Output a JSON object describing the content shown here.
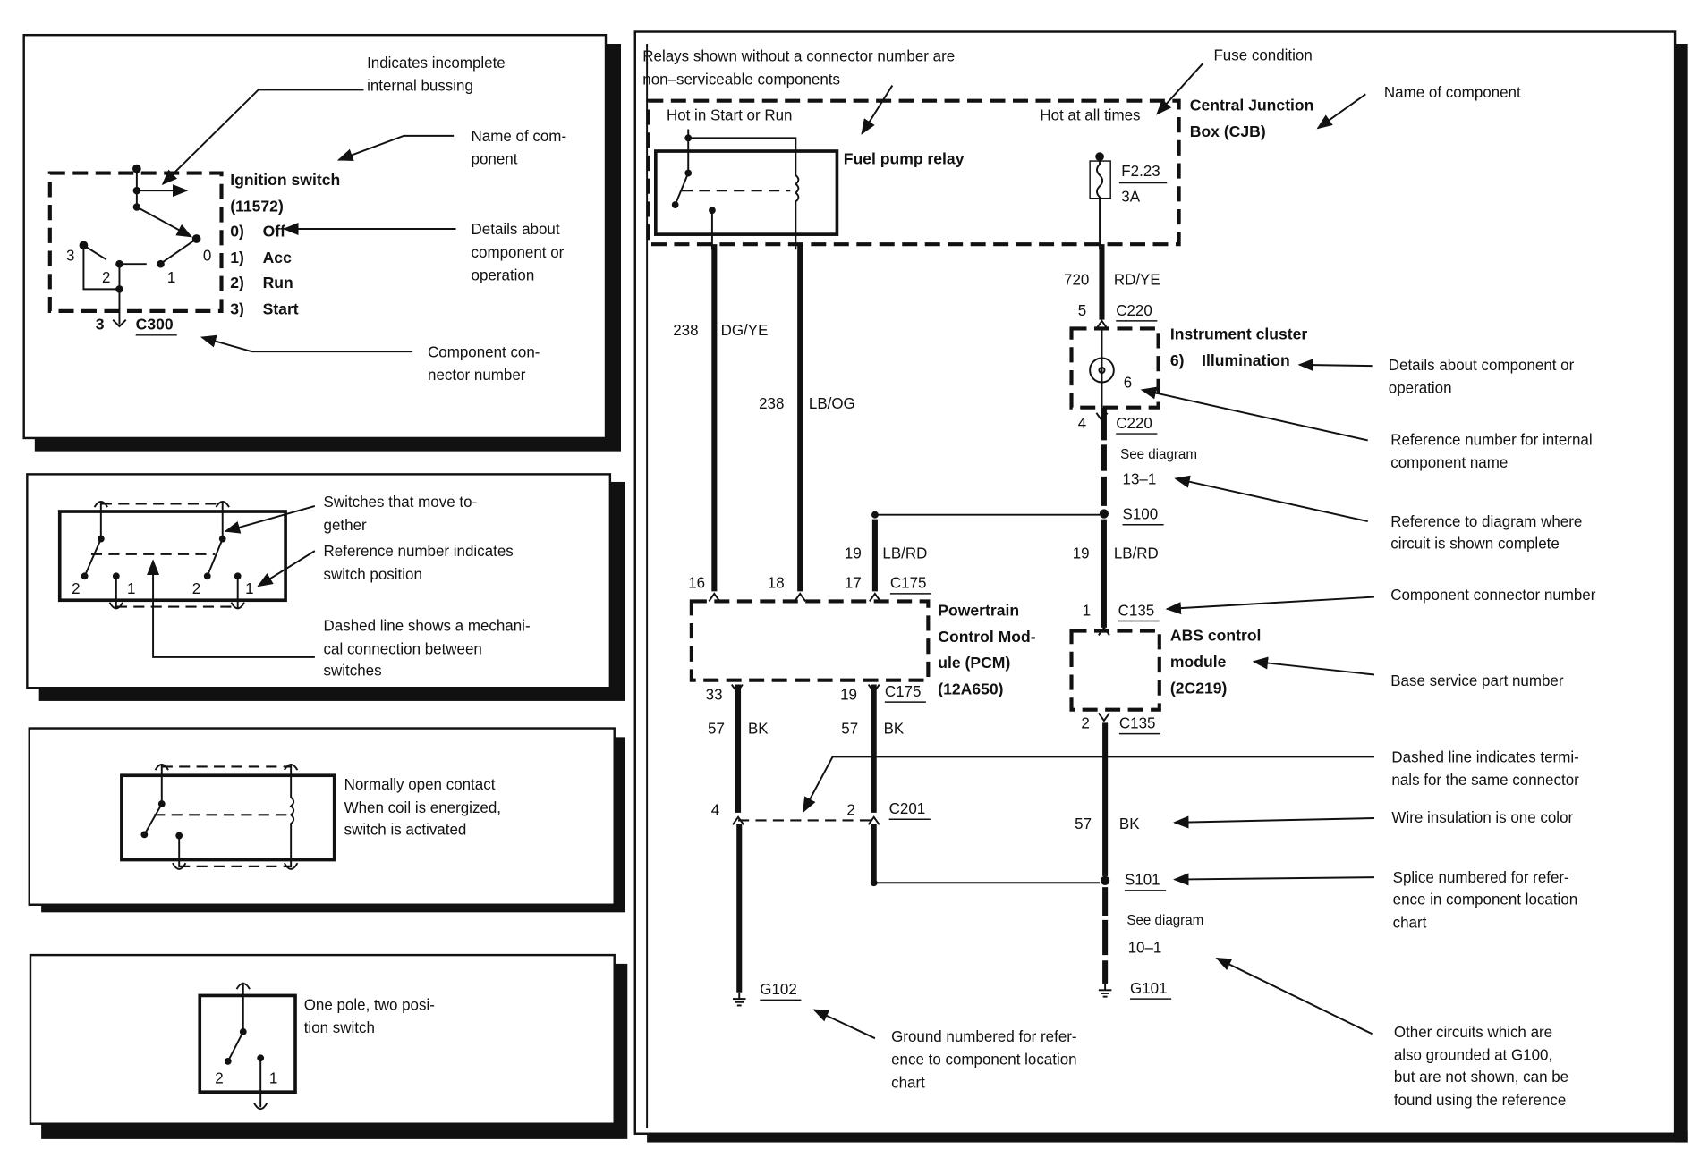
{
  "legend_panels": {
    "ignition": {
      "callout_bussing": [
        "Indicates incomplete",
        "internal bussing"
      ],
      "callout_name": [
        "Name of com-",
        "ponent"
      ],
      "callout_details": [
        "Details about",
        "component or",
        "operation"
      ],
      "callout_connector": [
        "Component con-",
        "nector number"
      ],
      "component_name": "Ignition switch",
      "part_number": "(11572)",
      "positions": [
        {
          "num": "0)",
          "label": "Off"
        },
        {
          "num": "1)",
          "label": "Acc"
        },
        {
          "num": "2)",
          "label": "Run"
        },
        {
          "num": "3)",
          "label": "Start"
        }
      ],
      "switch_refs": {
        "p3": "3",
        "p2": "2",
        "p1": "1",
        "p0": "0"
      },
      "pin": "3",
      "connector": "C300"
    },
    "ganged": {
      "callout_together": [
        "Switches that move to-",
        "gether"
      ],
      "callout_refnum": [
        "Reference number indicates",
        "switch position"
      ],
      "callout_dashed": [
        "Dashed line shows a mechani-",
        "cal connection between",
        "switches"
      ],
      "positions": [
        "2",
        "1",
        "2",
        "1"
      ]
    },
    "relay": {
      "text": [
        "Normally open contact",
        "When coil is energized,",
        "switch is activated"
      ]
    },
    "spdt": {
      "text": [
        "One pole, two posi-",
        "tion switch"
      ],
      "positions": [
        "2",
        "1"
      ]
    }
  },
  "main_diagram": {
    "top_note": [
      "Relays shown without a connector number are",
      "non–serviceable components"
    ],
    "fuse_condition_callout": "Fuse condition",
    "name_callout": "Name of component",
    "cjb": {
      "name": [
        "Central Junction",
        "Box (CJB)"
      ],
      "hot_start_run": "Hot in Start or Run",
      "hot_all_times": "Hot at all times",
      "relay_name": "Fuel pump relay",
      "fuse_id": "F2.23",
      "fuse_rating": "3A"
    },
    "wires": {
      "w238a": {
        "circuit": "238",
        "color": "DG/YE"
      },
      "w238b": {
        "circuit": "238",
        "color": "LB/OG"
      },
      "w720": {
        "circuit": "720",
        "color": "RD/YE"
      },
      "w19a": {
        "circuit": "19",
        "color": "LB/RD"
      },
      "w19b": {
        "circuit": "19",
        "color": "LB/RD"
      },
      "w57a": {
        "circuit": "57",
        "color": "BK"
      },
      "w57b": {
        "circuit": "57",
        "color": "BK"
      },
      "w57c": {
        "circuit": "57",
        "color": "BK"
      }
    },
    "cluster": {
      "pin_top": "5",
      "conn_top": "C220",
      "name": "Instrument cluster",
      "detail_num": "6)",
      "detail": "Illumination",
      "ref": "6",
      "pin_bottom": "4",
      "conn_bottom": "C220"
    },
    "see_diagram_1": {
      "label": "See diagram",
      "ref": "13–1"
    },
    "splice_1": "S100",
    "pcm": {
      "pins_top": [
        "16",
        "18",
        "17"
      ],
      "conn_top": "C175",
      "name": [
        "Powertrain",
        "Control Mod-",
        "ule (PCM)",
        "(12A650)"
      ],
      "pins_bottom": [
        "33",
        "19"
      ],
      "conn_bottom": "C175"
    },
    "abs": {
      "pin_top": "1",
      "conn_top": "C135",
      "name": [
        "ABS control",
        "module",
        "(2C219)"
      ],
      "pin_bottom": "2",
      "conn_bottom": "C135"
    },
    "c201": {
      "pins": [
        "4",
        "2"
      ],
      "connector": "C201"
    },
    "splice_2": "S101",
    "see_diagram_2": {
      "label": "See diagram",
      "ref": "10–1"
    },
    "ground_1": "G102",
    "ground_2": "G101",
    "callouts": {
      "details": [
        "Details about component or",
        "operation"
      ],
      "refnum": [
        "Reference number for internal",
        "component name"
      ],
      "refdiag": [
        "Reference to diagram where",
        "circuit is shown complete"
      ],
      "connector": "Component connector number",
      "partnum": "Base service part number",
      "dashed": [
        "Dashed line indicates termi-",
        "nals for the same connector"
      ],
      "insulation": "Wire insulation is one color",
      "splice": [
        "Splice numbered for refer-",
        "ence in component location",
        "chart"
      ],
      "ground": [
        "Ground numbered for refer-",
        "ence to component location",
        "chart"
      ],
      "other": [
        "Other circuits which are",
        "also grounded at G100,",
        "but are not shown, can be",
        "found using the reference"
      ]
    }
  }
}
